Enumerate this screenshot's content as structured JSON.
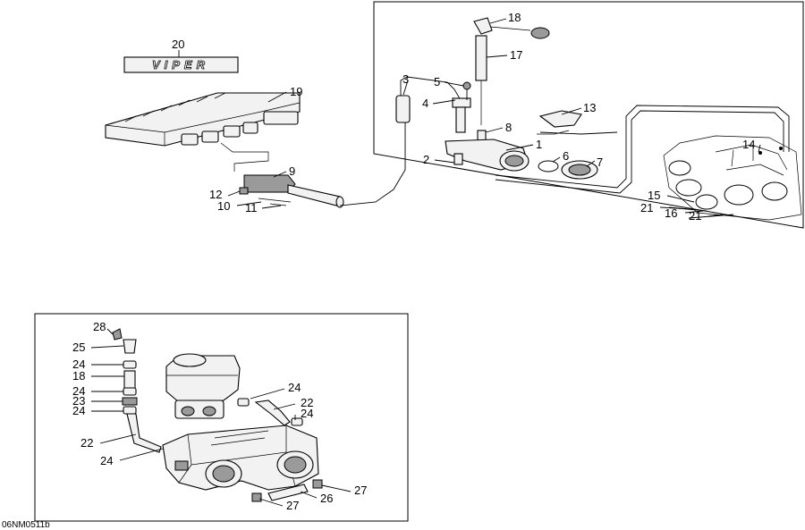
{
  "diagram": {
    "drawing_code": "06NM0511b",
    "callouts_top": [
      "20",
      "19",
      "9",
      "12",
      "10",
      "11",
      "3",
      "5",
      "4",
      "18",
      "17",
      "8",
      "13",
      "2",
      "1",
      "6",
      "7",
      "14",
      "15",
      "21",
      "16",
      "21"
    ],
    "callouts_bottom": [
      "28",
      "25",
      "24",
      "18",
      "24",
      "23",
      "24",
      "22",
      "24",
      "24",
      "22",
      "24",
      "26",
      "27",
      "27"
    ],
    "decal_text": "VIPER"
  }
}
